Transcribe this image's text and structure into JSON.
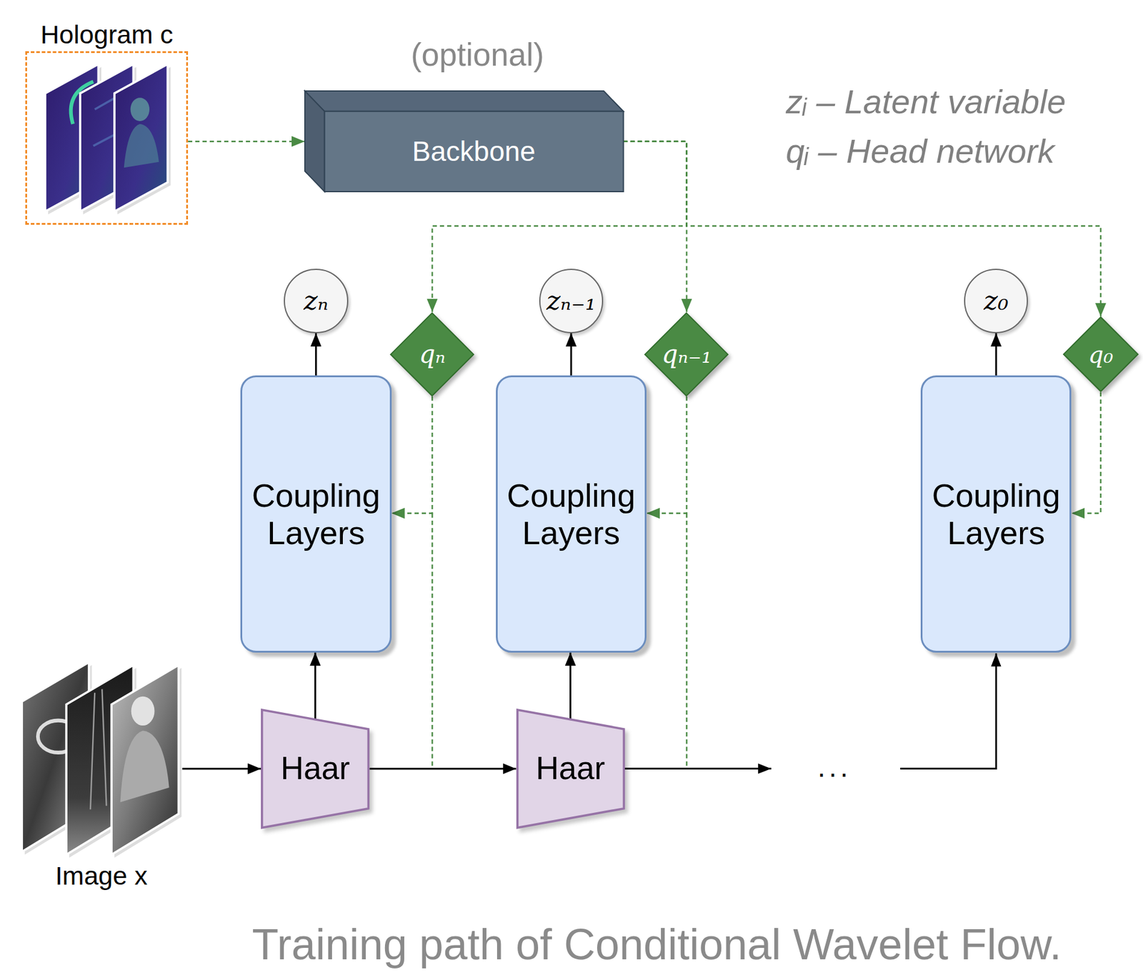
{
  "diagram": {
    "caption": "Training path of Conditional Wavelet Flow.",
    "nodes": [
      {
        "text": [
          "Hologram c"
        ]
      },
      {
        "text": [
          "Backbone"
        ]
      },
      {
        "text": [
          "zₙ"
        ]
      },
      {
        "text": [
          "qₙ"
        ]
      },
      {
        "text": [
          "Coupling Layers"
        ]
      },
      {
        "text": [
          "zₙ₋₁"
        ]
      },
      {
        "text": [
          "qₙ₋₁"
        ]
      },
      {
        "text": [
          "Coupling Layers"
        ]
      },
      {
        "text": [
          "z₀"
        ]
      },
      {
        "text": [
          "q₀"
        ]
      },
      {
        "text": [
          "Coupling Layers"
        ]
      },
      {
        "text": [
          "Image x"
        ]
      },
      {
        "text": [
          "Haar"
        ]
      },
      {
        "text": [
          "Haar"
        ]
      }
    ],
    "edges": [
      {
        "from": 0,
        "to": 1,
        "arrow": "to"
      },
      {
        "from": 1,
        "to": 3,
        "arrow": "to"
      },
      {
        "from": 1,
        "to": 6,
        "arrow": "to"
      },
      {
        "from": 1,
        "to": 9,
        "arrow": "to"
      },
      {
        "from": 3,
        "to": 4,
        "arrow": "to"
      },
      {
        "from": 6,
        "to": 7,
        "arrow": "to"
      },
      {
        "from": 9,
        "to": 10,
        "arrow": "to"
      },
      {
        "from": 4,
        "to": 2,
        "arrow": "to"
      },
      {
        "from": 7,
        "to": 5,
        "arrow": "to"
      },
      {
        "from": 10,
        "to": 8,
        "arrow": "to"
      },
      {
        "from": 11,
        "to": 12,
        "arrow": "to"
      },
      {
        "from": 12,
        "to": 4,
        "arrow": "to"
      },
      {
        "from": 12,
        "to": 13,
        "arrow": "to"
      },
      {
        "from": 13,
        "to": 7,
        "arrow": "to"
      }
    ],
    "labels": [
      "(optional)",
      "..."
    ],
    "legend": [
      {
        "text": "zᵢ – Latent variable"
      },
      {
        "text": "qᵢ – Head network"
      }
    ]
  }
}
